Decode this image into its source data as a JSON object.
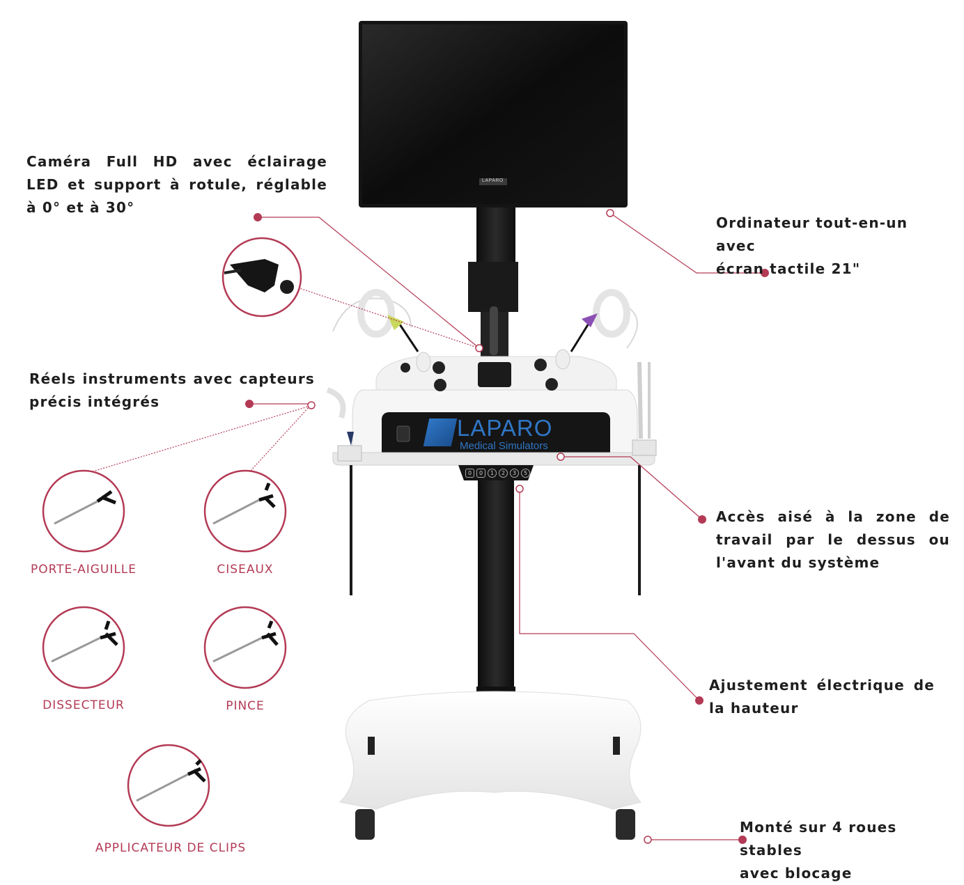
{
  "colors": {
    "accent": "#b33a55",
    "text": "#1e1e1e",
    "brand": "#2f76c5"
  },
  "callouts": {
    "camera": "Caméra Full HD avec éclairage LED et support à rotule, réglable à 0° et à 30°",
    "computer_line1": "Ordinateur tout-en-un avec",
    "computer_line2": "écran tactile 21\"",
    "instruments": "Réels instruments avec capteurs précis intégrés",
    "access": "Accès aisé à la zone de travail par le dessus ou l'avant du système",
    "height": "Ajustement électrique de la hauteur",
    "wheels_line1": "Monté sur 4 roues stables",
    "wheels_line2": "avec blocage"
  },
  "instruments": [
    {
      "label": "PORTE-AIGUILLE",
      "icon": "needle-holder-icon"
    },
    {
      "label": "CISEAUX",
      "icon": "scissors-icon"
    },
    {
      "label": "DISSECTEUR",
      "icon": "dissector-icon"
    },
    {
      "label": "PINCE",
      "icon": "forceps-icon"
    },
    {
      "label": "APPLICATEUR DE CLIPS",
      "icon": "clip-applicator-icon"
    }
  ],
  "brand": {
    "monitor_logo": "LAPARO",
    "name": "LAPARO",
    "tagline": "Medical Simulators",
    "keypad": [
      "0",
      "0",
      "1",
      "2",
      "3",
      "5"
    ]
  }
}
